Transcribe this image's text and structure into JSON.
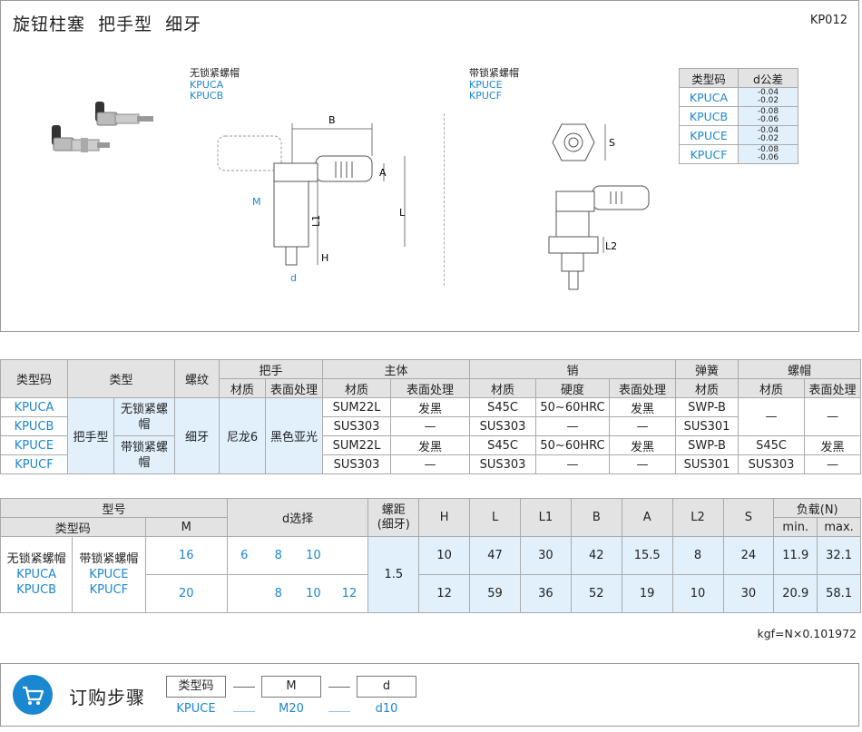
{
  "title": "旋钮柱塞  把手型  细牙",
  "code": "KP012",
  "drawing": {
    "left_group": {
      "title": "无锁紧螺帽",
      "codes": [
        "KPUCA",
        "KPUCB"
      ]
    },
    "right_group": {
      "title": "带锁紧螺帽",
      "codes": [
        "KPUCE",
        "KPUCF"
      ]
    },
    "dims": {
      "B": "B",
      "A": "A",
      "L": "L",
      "L1": "L1",
      "H": "H",
      "d": "d",
      "M": "M",
      "S": "S",
      "L2": "L2"
    }
  },
  "tolerance": {
    "headers": [
      "类型码",
      "d公差"
    ],
    "rows": [
      {
        "code": "KPUCA",
        "upper": "-0.04",
        "lower": "-0.02"
      },
      {
        "code": "KPUCB",
        "upper": "-0.08",
        "lower": "-0.06"
      },
      {
        "code": "KPUCE",
        "upper": "-0.04",
        "lower": "-0.02"
      },
      {
        "code": "KPUCF",
        "upper": "-0.08",
        "lower": "-0.06"
      }
    ]
  },
  "materials": {
    "h1": {
      "code": "类型码",
      "type": "类型",
      "thread": "螺纹",
      "handle": "把手",
      "body": "主体",
      "pin": "销",
      "spring": "弹簧",
      "nut": "螺帽"
    },
    "h2": {
      "mat": "材质",
      "surface": "表面处理",
      "hardness": "硬度"
    },
    "codes": [
      "KPUCA",
      "KPUCB",
      "KPUCE",
      "KPUCF"
    ],
    "type_main": "把手型",
    "type_nolock": "无锁紧螺帽",
    "type_lock": "带锁紧螺帽",
    "thread": "细牙",
    "handle_mat": "尼龙6",
    "handle_surface": "黑色亚光",
    "rows": [
      {
        "body_mat": "SUM22L",
        "body_surface": "发黑",
        "pin_mat": "S45C",
        "pin_hard": "50~60HRC",
        "pin_surface": "发黑",
        "spring": "SWP-B"
      },
      {
        "body_mat": "SUS303",
        "body_surface": "—",
        "pin_mat": "SUS303",
        "pin_hard": "—",
        "pin_surface": "—",
        "spring": "SUS301"
      },
      {
        "body_mat": "SUM22L",
        "body_surface": "发黑",
        "pin_mat": "S45C",
        "pin_hard": "50~60HRC",
        "pin_surface": "发黑",
        "spring": "SWP-B"
      },
      {
        "body_mat": "SUS303",
        "body_surface": "—",
        "pin_mat": "SUS303",
        "pin_hard": "—",
        "pin_surface": "—",
        "spring": "SUS301"
      }
    ],
    "nut_none_mat": "—",
    "nut_none_surface": "—",
    "nut_mat": "S45C",
    "nut_surface": "发黑",
    "nut_mat2": "SUS303",
    "nut_surface2": "—"
  },
  "dimensions": {
    "h_model": "型号",
    "h_code": "类型码",
    "h_M": "M",
    "h_dsel": "d选择",
    "h_pitch": "螺距\n(细牙)",
    "h_H": "H",
    "h_L": "L",
    "h_L1": "L1",
    "h_B": "B",
    "h_A": "A",
    "h_L2": "L2",
    "h_S": "S",
    "h_load": "负载(N)",
    "h_min": "min.",
    "h_max": "max.",
    "nolock_label": "无锁紧螺帽",
    "lock_label": "带锁紧螺帽",
    "nolock_codes": [
      "KPUCA",
      "KPUCB"
    ],
    "lock_codes": [
      "KPUCE",
      "KPUCF"
    ],
    "pitch": "1.5",
    "rows": [
      {
        "M": "16",
        "d": [
          "6",
          "8",
          "10",
          ""
        ],
        "H": "10",
        "L": "47",
        "L1": "30",
        "B": "42",
        "A": "15.5",
        "L2": "8",
        "S": "24",
        "min": "11.9",
        "max": "32.1"
      },
      {
        "M": "20",
        "d": [
          "",
          "8",
          "10",
          "12"
        ],
        "H": "12",
        "L": "59",
        "L1": "36",
        "B": "52",
        "A": "19",
        "L2": "10",
        "S": "30",
        "min": "20.9",
        "max": "58.1"
      }
    ]
  },
  "kgf_note": "kgf=N×0.101972",
  "order": {
    "title": "订购步骤",
    "boxes": [
      "类型码",
      "M",
      "d"
    ],
    "values": [
      "KPUCE",
      "M20",
      "d10"
    ]
  }
}
